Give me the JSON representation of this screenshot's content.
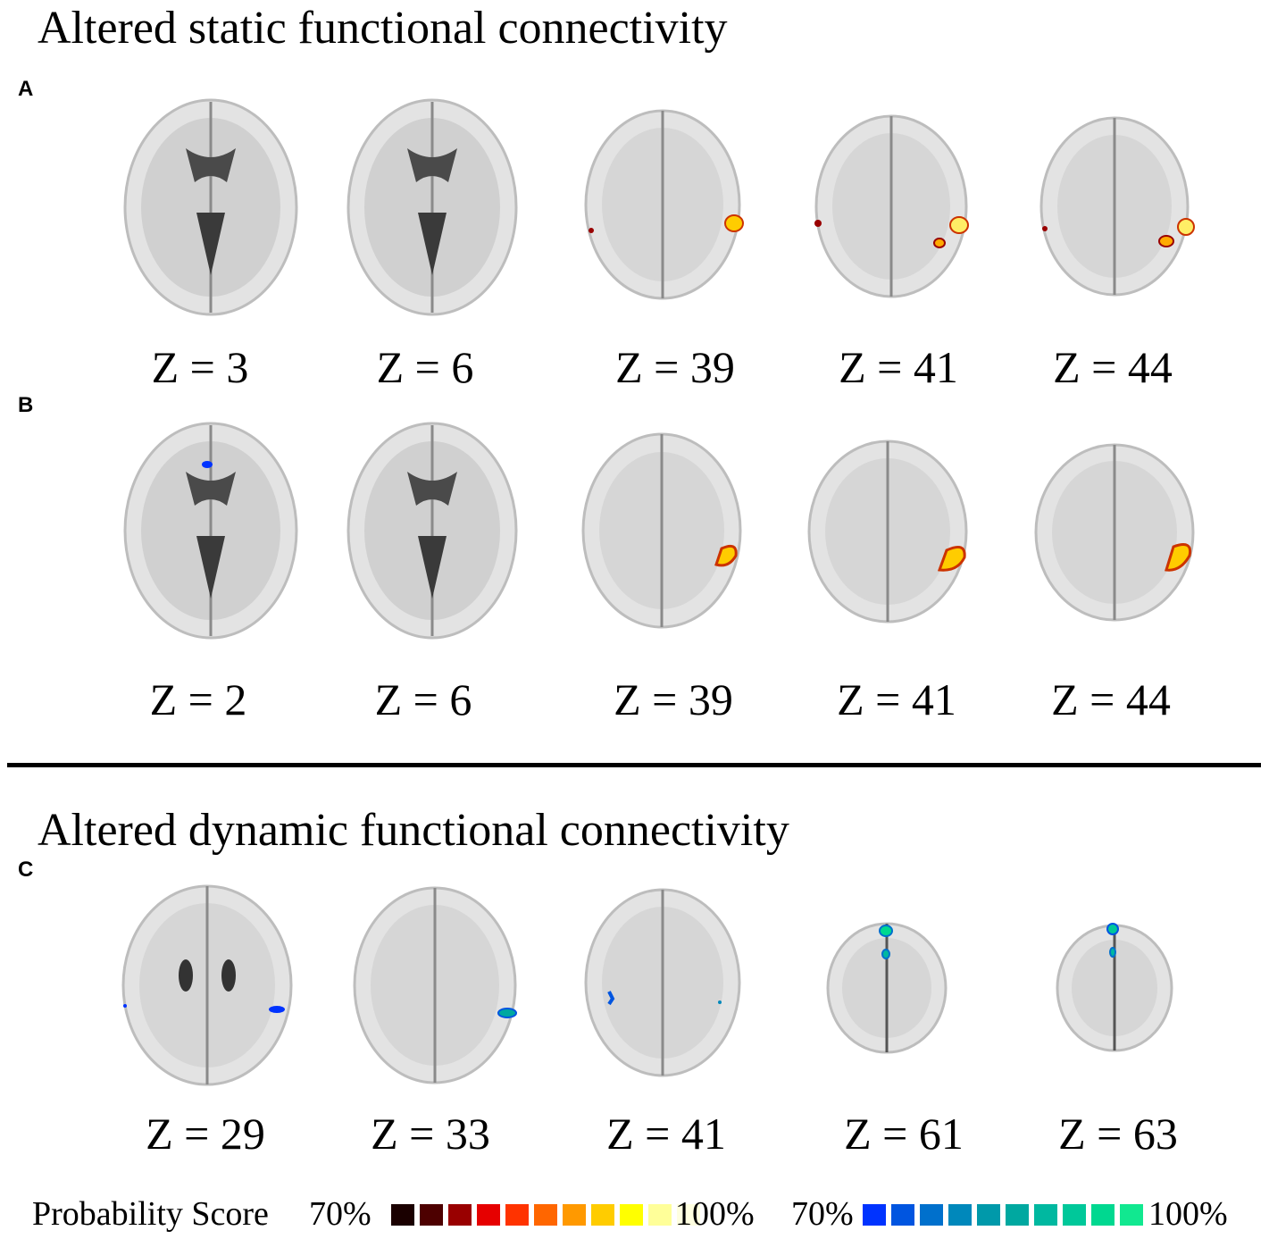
{
  "section_static": {
    "title": "Altered static functional connectivity"
  },
  "section_dynamic": {
    "title": "Altered dynamic functional connectivity"
  },
  "panels": {
    "A": {
      "letter": "A",
      "z": [
        "Z = 3",
        "Z = 6",
        "Z = 39",
        "Z = 41",
        "Z = 44"
      ]
    },
    "B": {
      "letter": "B",
      "z": [
        "Z = 2",
        "Z = 6",
        "Z = 39",
        "Z = 41",
        "Z = 44"
      ]
    },
    "C": {
      "letter": "C",
      "z": [
        "Z = 29",
        "Z = 33",
        "Z = 41",
        "Z = 61",
        "Z = 63"
      ]
    }
  },
  "legend": {
    "label": "Probability Score",
    "hot": {
      "min": "70%",
      "max": "100%",
      "colors": [
        "#1a0000",
        "#4d0000",
        "#990000",
        "#e60000",
        "#ff3300",
        "#ff6600",
        "#ff9900",
        "#ffcc00",
        "#ffff00",
        "#ffff99",
        "#ffffe0"
      ]
    },
    "cold": {
      "min": "70%",
      "max": "100%",
      "colors": [
        "#0033ff",
        "#0055e0",
        "#0070cc",
        "#0088bb",
        "#0099aa",
        "#00a8a0",
        "#00b8a0",
        "#00c89a",
        "#00d890",
        "#11e890"
      ]
    }
  }
}
